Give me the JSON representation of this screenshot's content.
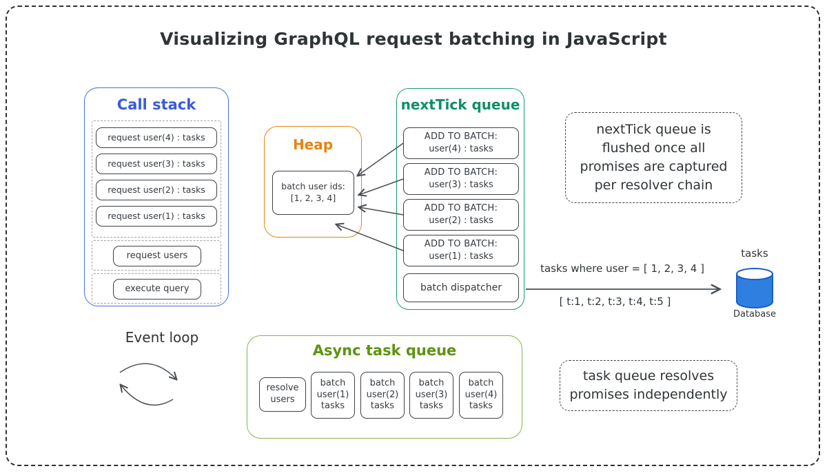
{
  "diagram_title": "Visualizing GraphQL request batching in JavaScript",
  "call_stack": {
    "title": "Call stack",
    "frames": [
      "request user(4) : tasks",
      "request user(3) : tasks",
      "request user(2) : tasks",
      "request user(1) : tasks"
    ],
    "request_users_label": "request users",
    "execute_query_label": "execute query"
  },
  "heap": {
    "title": "Heap",
    "batch_box": {
      "line1": "batch user ids:",
      "line2": "[1, 2, 3, 4]"
    }
  },
  "next_tick_queue": {
    "title": "nextTick queue",
    "items": [
      {
        "line1": "ADD TO BATCH:",
        "line2": "user(4) : tasks"
      },
      {
        "line1": "ADD TO BATCH:",
        "line2": "user(3) : tasks"
      },
      {
        "line1": "ADD TO BATCH:",
        "line2": "user(2) : tasks"
      },
      {
        "line1": "ADD TO BATCH:",
        "line2": "user(1) : tasks"
      }
    ],
    "dispatcher_label": "batch dispatcher"
  },
  "note_next_tick": {
    "lines": [
      "nextTick queue is",
      "flushed once all",
      "promises are captured",
      "per resolver chain"
    ]
  },
  "db_arrow": {
    "label_above": "tasks where user = [ 1, 2, 3, 4 ]",
    "label_below": "[ t:1, t:2, t:3, t:4, t:5 ]"
  },
  "database": {
    "label_above": "tasks",
    "label_below": "Database"
  },
  "event_loop": {
    "label": "Event loop"
  },
  "async_task_queue": {
    "title": "Async task queue",
    "items": [
      {
        "lines": [
          "resolve",
          "users"
        ]
      },
      {
        "lines": [
          "batch",
          "user(1)",
          "tasks"
        ]
      },
      {
        "lines": [
          "batch",
          "user(2)",
          "tasks"
        ]
      },
      {
        "lines": [
          "batch",
          "user(3)",
          "tasks"
        ]
      },
      {
        "lines": [
          "batch",
          "user(4)",
          "tasks"
        ]
      }
    ]
  },
  "note_task_queue": {
    "lines": [
      "task queue resolves",
      "promises independently"
    ]
  },
  "colors": {
    "ink": "#343a40",
    "call_stack_blue": "#3b5bdb",
    "heap_orange": "#e8830f",
    "next_tick_green": "#169c72",
    "async_title_green": "#5c940d",
    "async_border_green": "#82b648",
    "database_blue": "#2e7fe0"
  }
}
